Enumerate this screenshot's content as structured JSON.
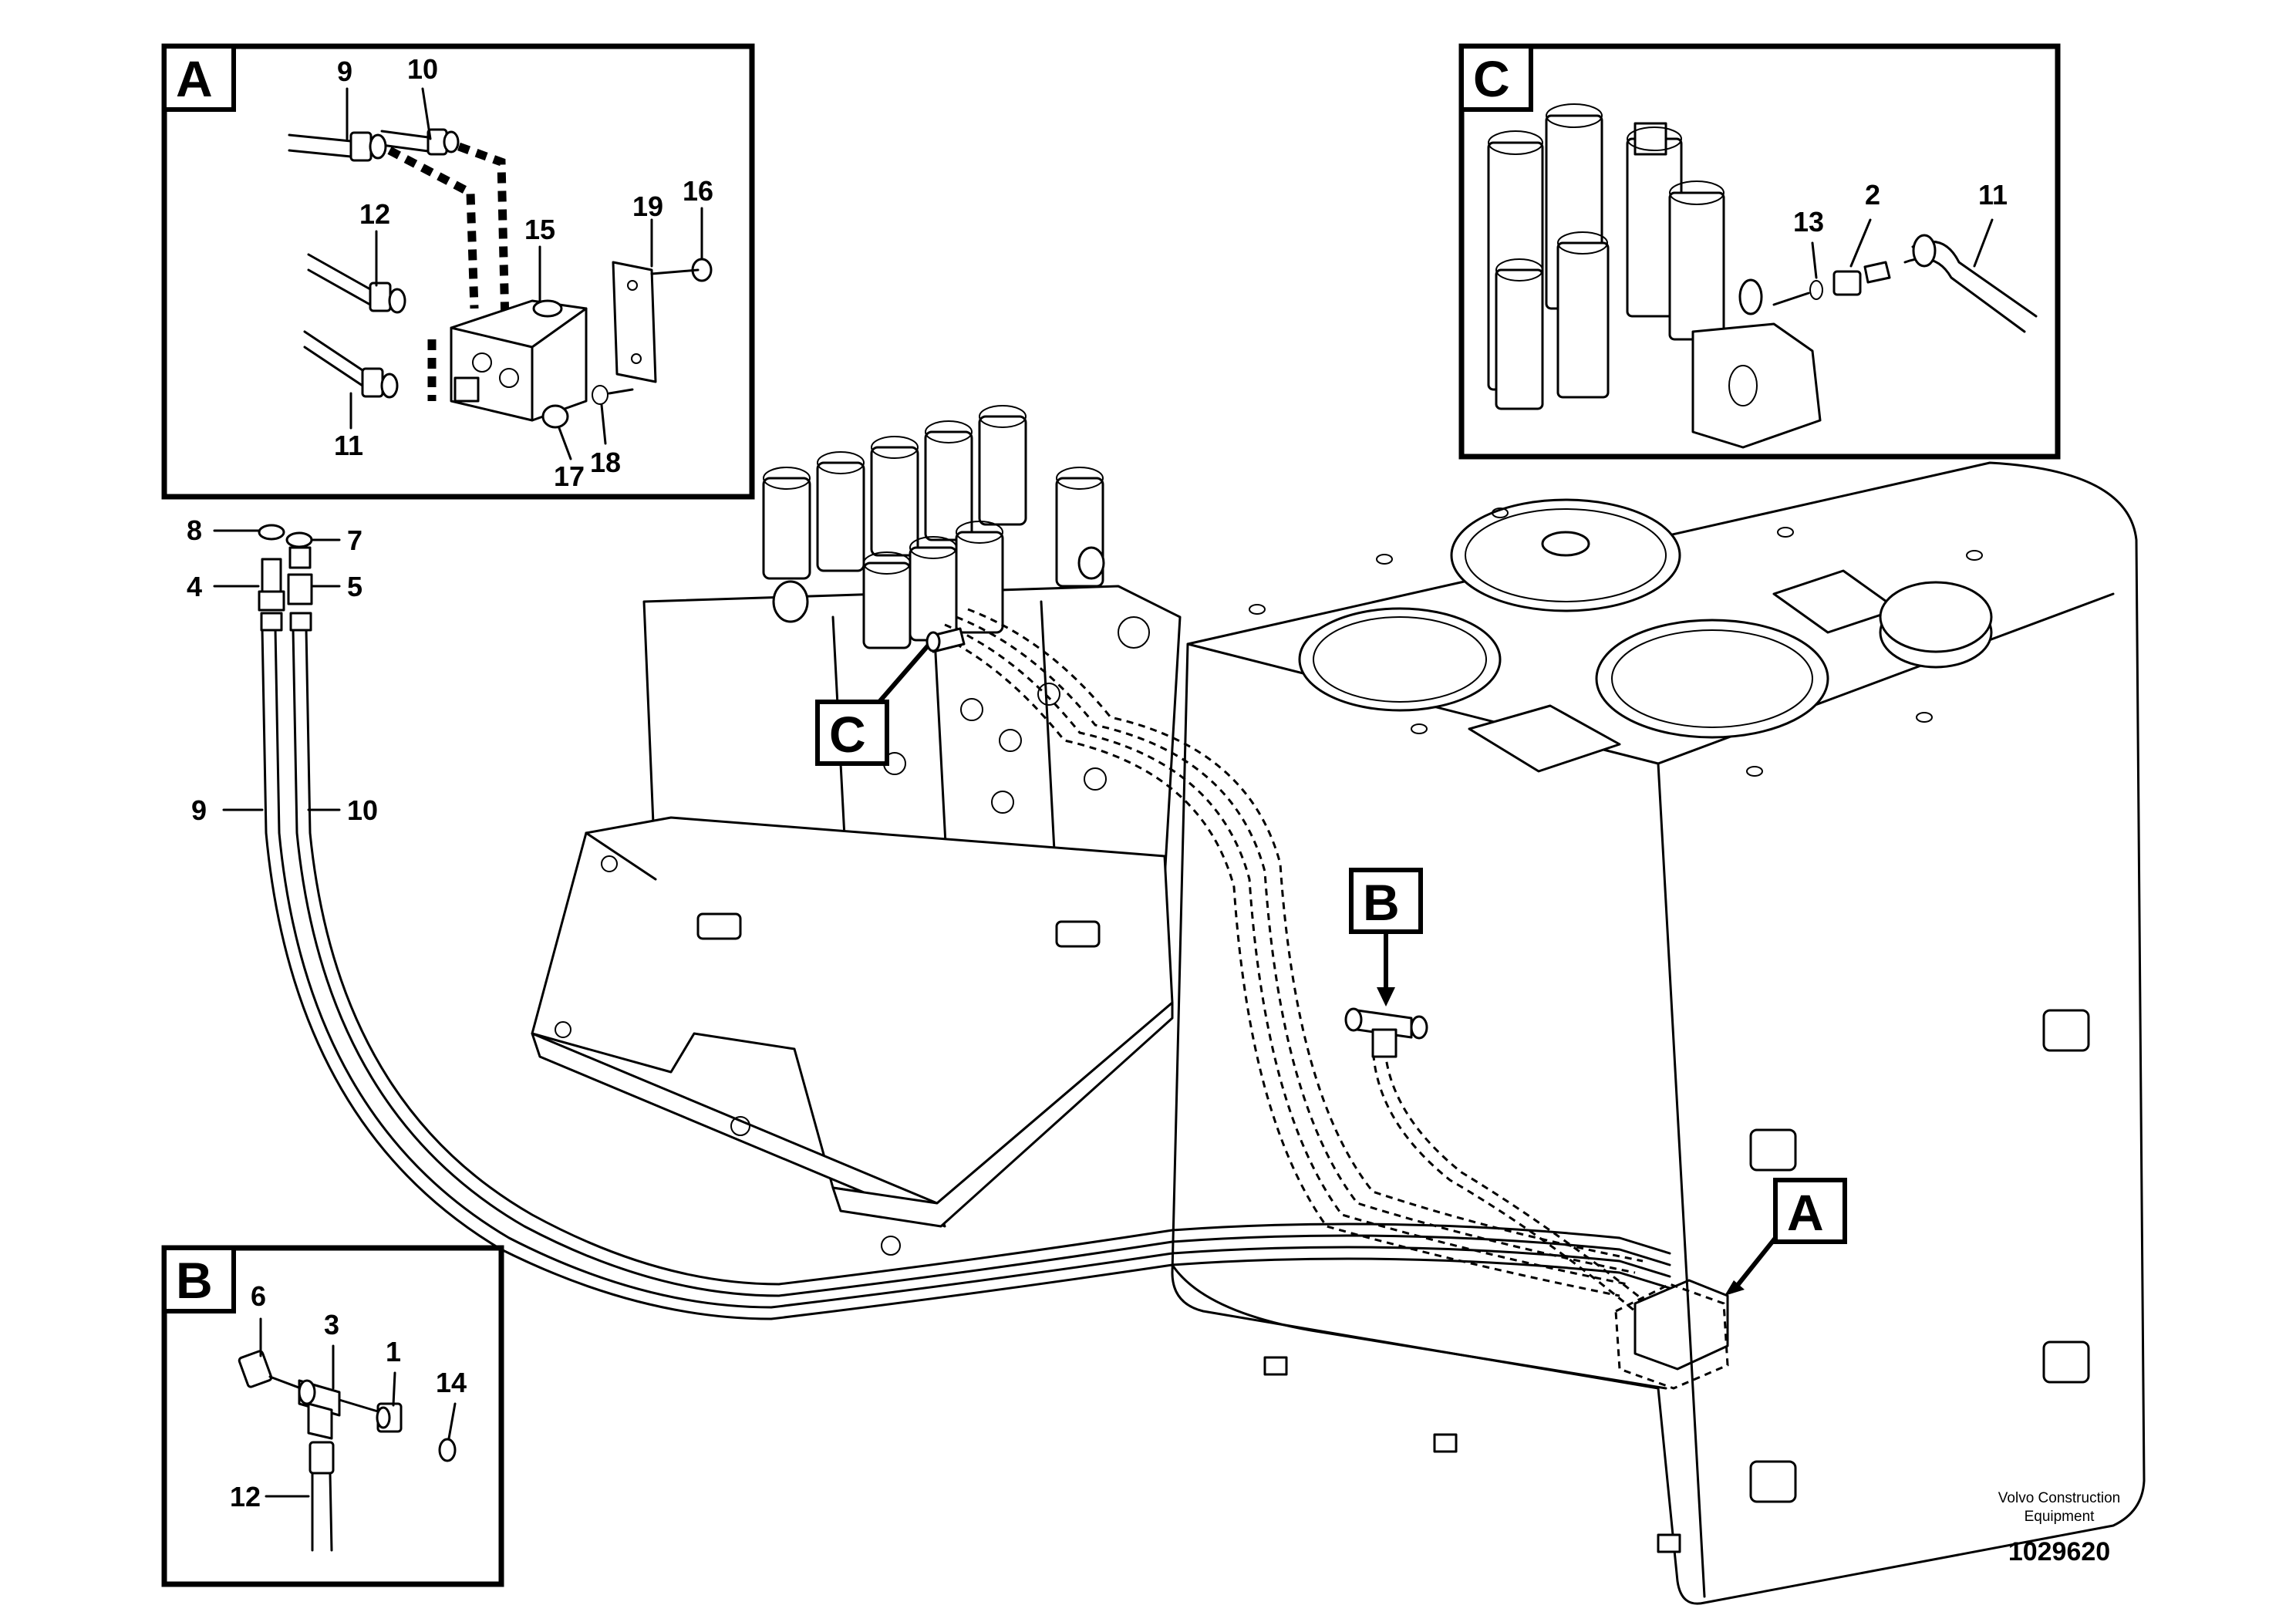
{
  "colors": {
    "ink": "#000000",
    "paper": "#ffffff"
  },
  "detail_views": {
    "a": {
      "letter": "A",
      "labels": [
        "9",
        "10",
        "12",
        "15",
        "19",
        "16",
        "11",
        "17",
        "18"
      ]
    },
    "b": {
      "letter": "B",
      "labels": [
        "6",
        "3",
        "1",
        "14",
        "12"
      ]
    },
    "c": {
      "letter": "C",
      "labels": [
        "13",
        "2",
        "11"
      ]
    }
  },
  "main_view": {
    "callouts": [
      "C",
      "B",
      "A"
    ],
    "fitting_labels": {
      "left": [
        "8",
        "4"
      ],
      "right": [
        "7",
        "5"
      ]
    },
    "hose_labels": [
      "9",
      "10"
    ]
  },
  "footer": {
    "brand_line1": "Volvo Construction",
    "brand_line2": "Equipment",
    "part_number": "1029620"
  }
}
